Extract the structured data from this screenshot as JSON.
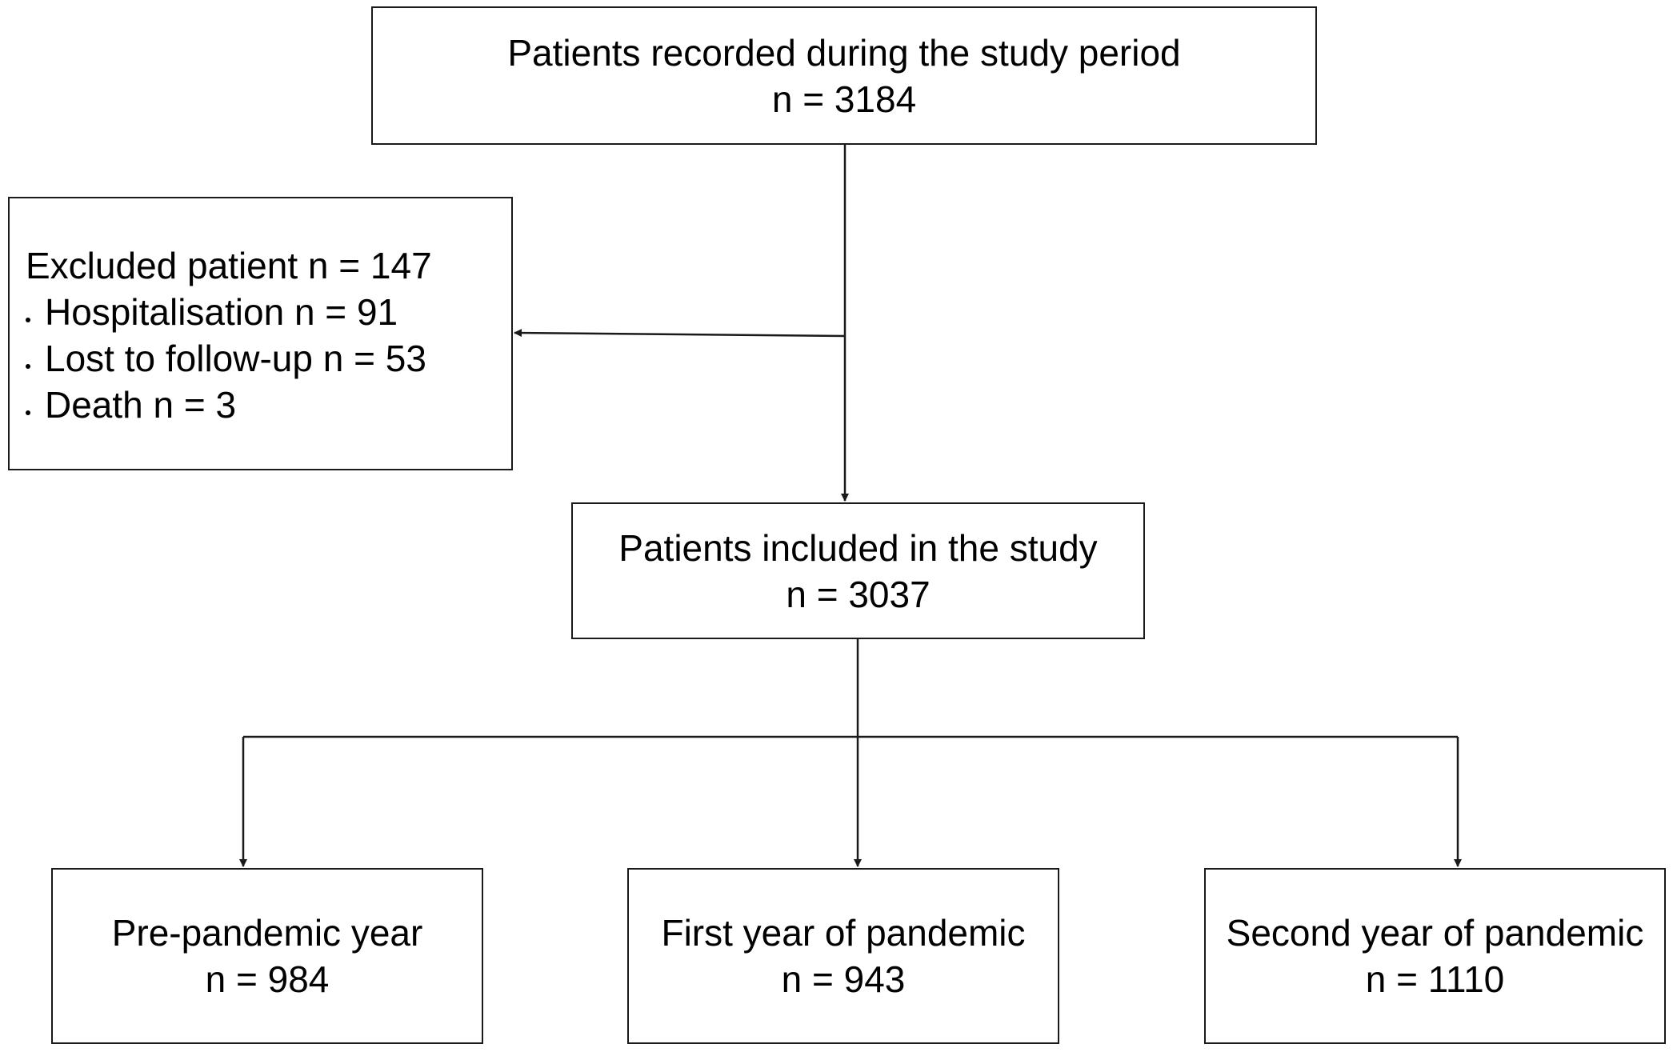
{
  "flowchart": {
    "top_box": {
      "line1": "Patients recorded during the study period",
      "line2": "n = 3184"
    },
    "excluded_box": {
      "title": "Excluded patient n = 147",
      "items": [
        "Hospitalisation n = 91",
        "Lost to follow-up n = 53",
        "Death n = 3"
      ]
    },
    "included_box": {
      "line1": "Patients included in the study",
      "line2": "n = 3037"
    },
    "groups": [
      {
        "line1": "Pre-pandemic year",
        "line2": "n = 984"
      },
      {
        "line1": "First year of pandemic",
        "line2": "n = 943"
      },
      {
        "line1": "Second year of pandemic",
        "line2": "n = 1110"
      }
    ]
  }
}
